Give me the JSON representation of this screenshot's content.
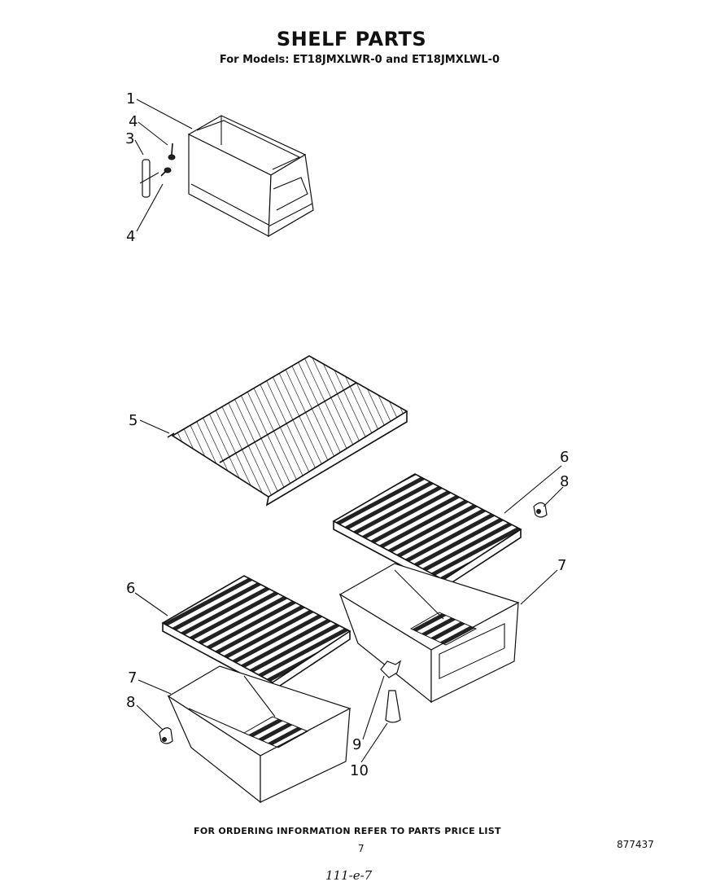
{
  "header": {
    "title": "SHELF PARTS",
    "subtitle": "For Models: ET18JMXLWR-0 and ET18JMXLWL-0"
  },
  "callouts": {
    "c1": "1",
    "c4a": "4",
    "c3": "3",
    "c4b": "4",
    "c5": "5",
    "c6a": "6",
    "c8a": "8",
    "c7a": "7",
    "c6b": "6",
    "c7b": "7",
    "c8b": "8",
    "c9": "9",
    "c10": "10"
  },
  "footer": {
    "ordering_note": "FOR ORDERING INFORMATION REFER TO PARTS PRICE LIST",
    "page_number": "7",
    "document_number": "877437",
    "handwritten_note": "111-e-7"
  }
}
